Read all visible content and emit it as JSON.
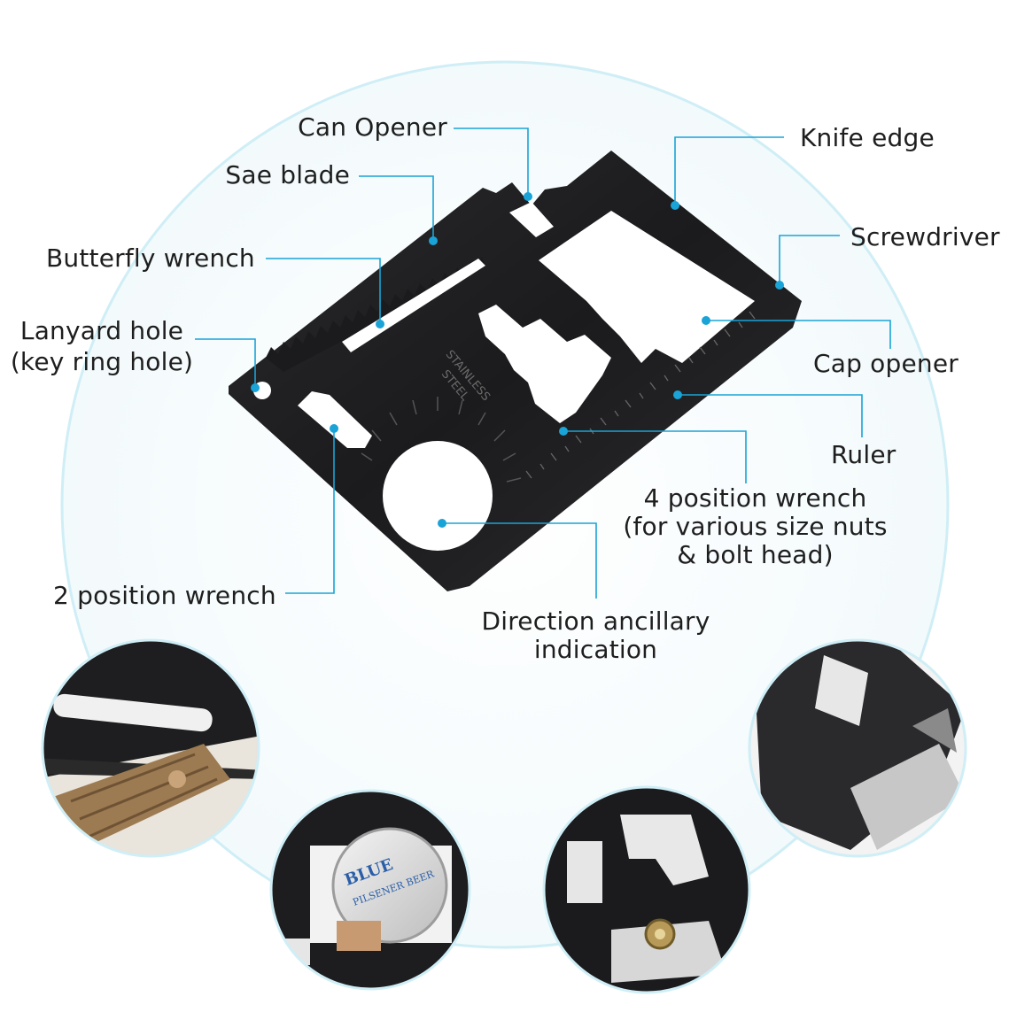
{
  "labels": {
    "can_opener": "Can Opener",
    "saw_blade": "Sae blade",
    "butterfly_wrench": "Butterfly wrench",
    "lanyard_hole_line1": "Lanyard hole",
    "lanyard_hole_line2": "(key ring hole)",
    "two_position_wrench": "2 position wrench",
    "knife_edge": "Knife edge",
    "screwdriver": "Screwdriver",
    "cap_opener": "Cap opener",
    "ruler": "Ruler",
    "four_position_wrench_line1": "4 position wrench",
    "four_position_wrench_line2": "(for various size nuts",
    "four_position_wrench_line3": "& bolt head)",
    "direction_line1": "Direction ancillary",
    "direction_line2": "indication"
  },
  "card_engraving": [
    "STAINLESS",
    "STEEL"
  ],
  "bottle_cap_text": [
    "BLUE",
    "PILSENER BEER"
  ],
  "colors": {
    "accent": "#1aa3d6",
    "background_arc": "#cfeef6",
    "card": "#1c1c1e",
    "circle_bg": "#eef7fa"
  },
  "insets": [
    "saw-cutting-wood",
    "bottle-cap-opening",
    "wrench-on-nut",
    "screwdriver-in-use"
  ]
}
